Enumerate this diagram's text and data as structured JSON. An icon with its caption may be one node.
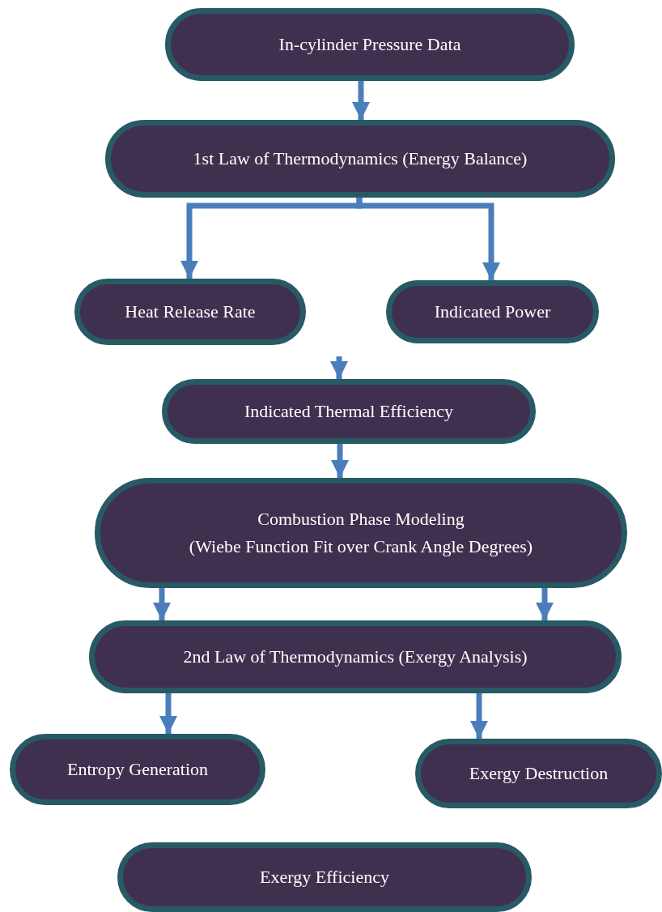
{
  "diagram": {
    "nodes": [
      {
        "text": [
          "In-cylinder Pressure Data"
        ]
      },
      {
        "text": [
          "1st Law of Thermodynamics (Energy Balance)"
        ]
      },
      {
        "text": [
          "Heat Release Rate"
        ]
      },
      {
        "text": [
          "Indicated Power"
        ]
      },
      {
        "text": [
          "Indicated Thermal Efficiency"
        ]
      },
      {
        "text": [
          "Combustion Phase Modeling",
          "(Wiebe Function Fit over Crank Angle Degrees)"
        ]
      },
      {
        "text": [
          "2nd Law of Thermodynamics  (Exergy Analysis)"
        ]
      },
      {
        "text": [
          "Entropy Generation"
        ]
      },
      {
        "text": [
          "Exergy Destruction"
        ]
      },
      {
        "text": [
          "Exergy Efficiency"
        ]
      }
    ],
    "edges": [
      {
        "from": 0,
        "to": 1,
        "arrow": "to"
      },
      {
        "from": 1,
        "to": 2,
        "arrow": "to"
      },
      {
        "from": 1,
        "to": 3,
        "arrow": "to"
      },
      {
        "from": null,
        "to": 4,
        "arrow": "to"
      },
      {
        "from": 4,
        "to": 5,
        "arrow": "to"
      },
      {
        "from": 5,
        "to": 6,
        "arrow": "to"
      },
      {
        "from": 5,
        "to": 6,
        "arrow": "to"
      },
      {
        "from": 6,
        "to": 7,
        "arrow": "to"
      },
      {
        "from": 6,
        "to": 8,
        "arrow": "to"
      }
    ]
  }
}
